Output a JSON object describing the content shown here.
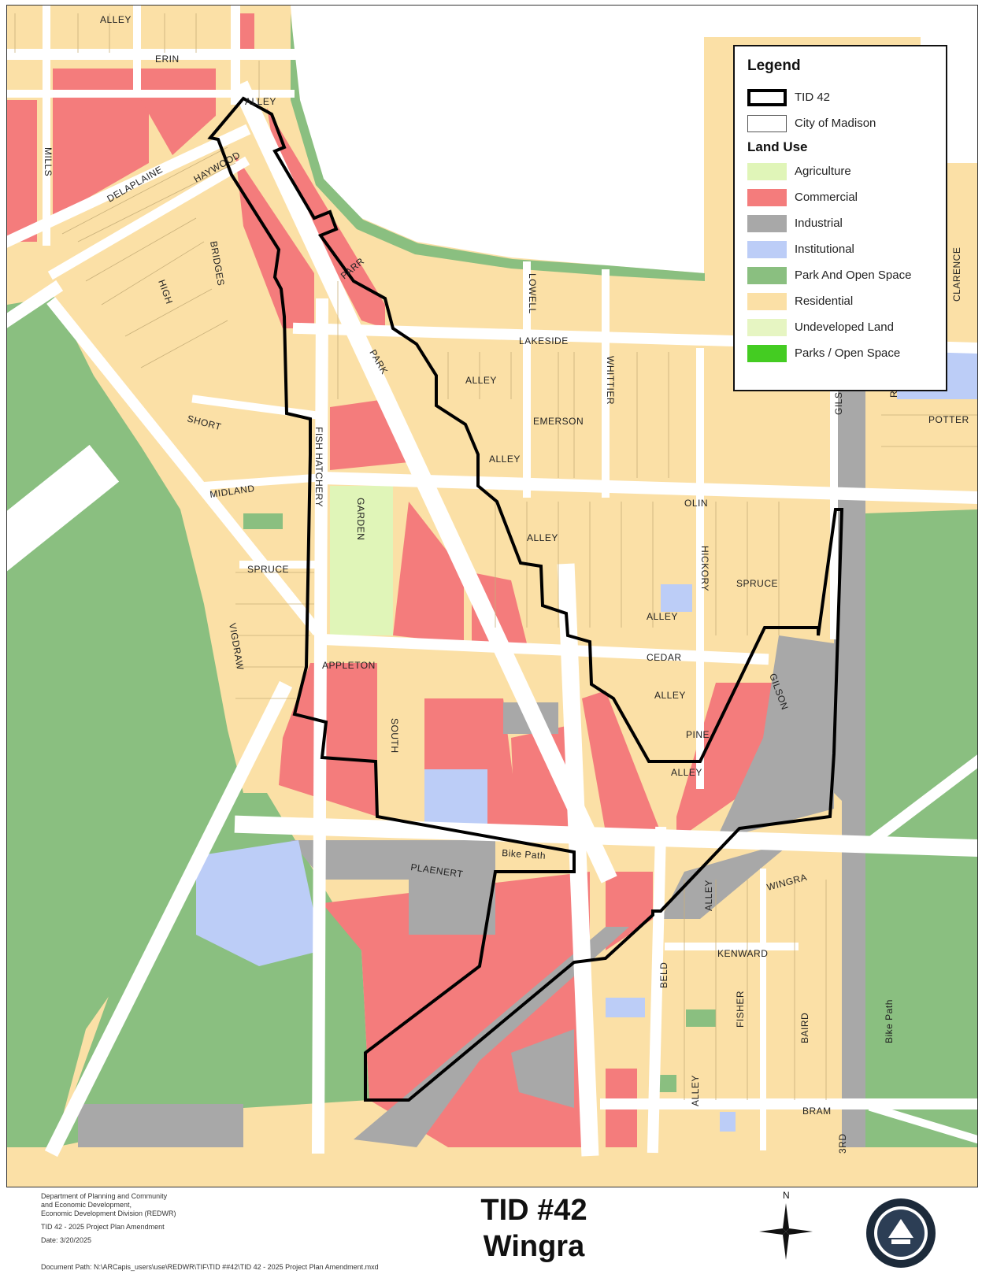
{
  "legend": {
    "title": "Legend",
    "items": [
      {
        "label": "TID 42",
        "fill": "#ffffff",
        "stroke": "#000000",
        "type": "outline"
      },
      {
        "label": "City of Madison",
        "fill": "#ffffff",
        "stroke": "#555555",
        "type": "box"
      }
    ],
    "land_use_title": "Land Use",
    "land_use": [
      {
        "label": "Agriculture",
        "color": "#e0f5b8"
      },
      {
        "label": "Commercial",
        "color": "#f47c7c"
      },
      {
        "label": "Industrial",
        "color": "#a8a8a8"
      },
      {
        "label": "Institutional",
        "color": "#bccdf7"
      },
      {
        "label": "Park And Open Space",
        "color": "#8abf80"
      },
      {
        "label": "Residential",
        "color": "#fbe0a6"
      },
      {
        "label": "Undeveloped Land",
        "color": "#e6f5c2"
      },
      {
        "label": "Parks / Open Space",
        "color": "#44cc22"
      }
    ]
  },
  "colors": {
    "residential": "#fbe0a6",
    "commercial": "#f47c7c",
    "industrial": "#a8a8a8",
    "institutional": "#bccdf7",
    "park": "#8abf80",
    "agriculture": "#e0f5b8",
    "road": "#ffffff",
    "boundary": "#000000"
  },
  "streets": {
    "alley_top": "ALLEY",
    "erin": "ERIN",
    "mills": "MILLS",
    "delaplaine": "DELAPLAINE",
    "haywood": "HAYWOOD",
    "bridges": "BRIDGES",
    "high": "HIGH",
    "alley_park": "ALLEY",
    "parr": "PARR",
    "lowell": "LOWELL",
    "lakeside": "LAKESIDE",
    "park": "PARK",
    "alley_1": "ALLEY",
    "whittier": "WHITTIER",
    "emerson": "EMERSON",
    "short": "SHORT",
    "fish_hatchery": "FISH HATCHERY",
    "alley_2": "ALLEY",
    "midland": "MIDLAND",
    "garden": "GARDEN",
    "olin": "OLIN",
    "alley_3": "ALLEY",
    "hickory": "HICKORY",
    "spruce_w": "SPRUCE",
    "spruce_e": "SPRUCE",
    "alley_4": "ALLEY",
    "vigdraw": "VIGDRAW",
    "appleton": "APPLETON",
    "cedar": "CEDAR",
    "gilson_n": "GILSON",
    "alley_5": "ALLEY",
    "gilson_s": "GILSON",
    "south": "SOUTH",
    "pine": "PINE",
    "alley_6": "ALLEY",
    "bike_path": "Bike Path",
    "plaenert": "PLAENERT",
    "wingra": "WINGRA",
    "alley_7": "ALLEY",
    "kenward": "KENWARD",
    "beld": "BELD",
    "fisher": "FISHER",
    "baird": "BAIRD",
    "alley_8": "ALLEY",
    "bram": "BRAM",
    "third": "3RD",
    "bike_path_e": "Bike Path",
    "clarence": "CLARENCE",
    "potter": "POTTER",
    "ro": "RO"
  },
  "footer": {
    "credit_line1": "Department of Planning and Community",
    "credit_line2": "and Economic Development,",
    "credit_line3": "Economic Development Division (REDWR)",
    "credit_line4": "TID 42 - 2025 Project Plan Amendment",
    "credit_line5": "Date: 3/20/2025",
    "doc_path": "Document Path: N:\\ARCapis_users\\use\\REDWR\\TIF\\TID ##42\\TID 42 - 2025 Project Plan Amendment.mxd",
    "title_line1": "TID #42",
    "title_line2": "Wingra",
    "north": "N"
  }
}
